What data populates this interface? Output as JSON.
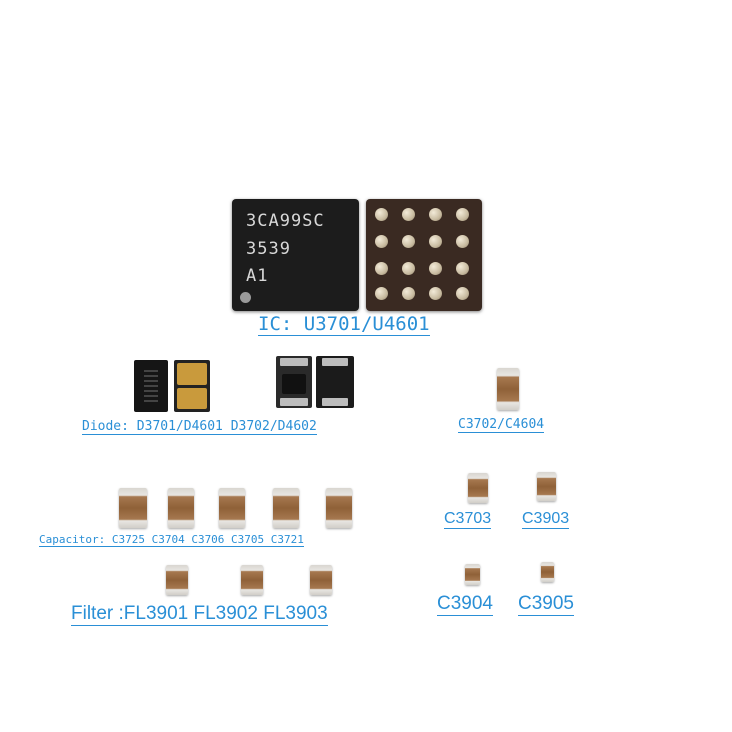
{
  "ic": {
    "marking_line1": "3CA99SC",
    "marking_line2": "3539",
    "marking_line3": "A1",
    "label": "IC: U3701/U4601"
  },
  "diode": {
    "label": "Diode: D3701/D4601  D3702/D4602"
  },
  "cap_right_top": {
    "label": "C3702/C4604"
  },
  "capacitor": {
    "label": "Capacitor: C3725 C3704 C3706 C3705 C3721"
  },
  "cap_mid": {
    "label_left": "C3703",
    "label_right": "C3903"
  },
  "filter": {
    "label": "Filter :FL3901  FL3902  FL3903"
  },
  "cap_small": {
    "label_left": "C3904",
    "label_right": "C3905"
  },
  "colors": {
    "label": "#2a8fd6",
    "chip": "#1c1c1c",
    "ceramic": "#8f6138"
  }
}
